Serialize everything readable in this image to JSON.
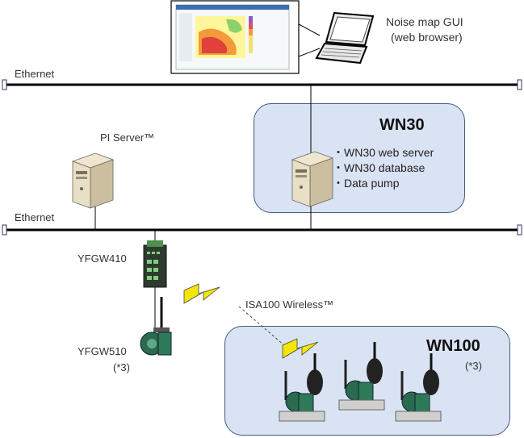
{
  "nodes": {
    "gui_label": "Noise map GUI",
    "gui_sub": "(web browser)",
    "ethernet_top": "Ethernet",
    "ethernet_bottom": "Ethernet",
    "pi_server": "PI Server™",
    "wn30_title": "WN30",
    "wn30_items": [
      "・WN30 web server",
      "・WN30 database",
      "・Data pump"
    ],
    "yfgw410": "YFGW410",
    "yfgw510": "YFGW510",
    "yfgw510_note": "(*3)",
    "isa100": "ISA100 Wireless™",
    "wn100_title": "WN100",
    "wn100_note": "(*3)"
  },
  "colors": {
    "panel_fill": "#d9e3f3",
    "panel_border": "#445a80",
    "bolt": "#f3e600",
    "network_line": "#000000"
  },
  "icons": {
    "laptop": "laptop-icon",
    "server": "server-tower-icon",
    "gateway": "gateway-device-icon",
    "transmitter": "wireless-transmitter-icon",
    "sensor": "noise-sensor-icon",
    "wireless": "lightning-bolt-icon"
  }
}
